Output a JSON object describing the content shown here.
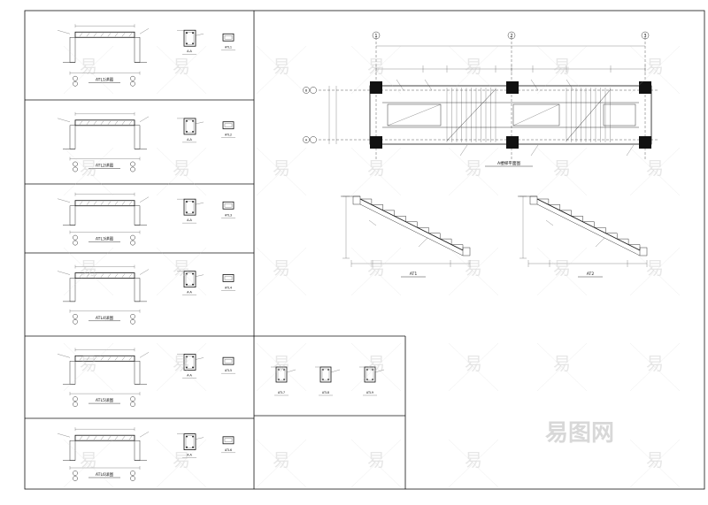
{
  "beam_rows": [
    {
      "beam": "ATL1",
      "title": "ATL1详图",
      "section": "A-A",
      "section2": "ATL1"
    },
    {
      "beam": "ATL2",
      "title": "ATL2详图",
      "section": "A-A",
      "section2": "ATL2"
    },
    {
      "beam": "ATL3",
      "title": "ATL3详图",
      "section": "A-A",
      "section2": "ATL3"
    },
    {
      "beam": "ATL4",
      "title": "ATL4详图",
      "section": "A-A",
      "section2": "ATL4"
    },
    {
      "beam": "ATL5",
      "title": "ATL5详图",
      "section": "A-A",
      "section2": "ATL5"
    },
    {
      "beam": "ATL6",
      "title": "ATL6详图",
      "section": "A-A",
      "section2": "ATL6"
    }
  ],
  "extra_sections": [
    "ATL7",
    "ATL8",
    "ATL9"
  ],
  "plan": {
    "axes_top": [
      "1",
      "2",
      "3"
    ],
    "axes_left": [
      "B",
      "A"
    ],
    "title": "A楼梯平面图"
  },
  "stairs": [
    {
      "title": "AT1"
    },
    {
      "title": "AT2"
    }
  ],
  "watermark": {
    "char": "易",
    "logo": "易图网"
  }
}
